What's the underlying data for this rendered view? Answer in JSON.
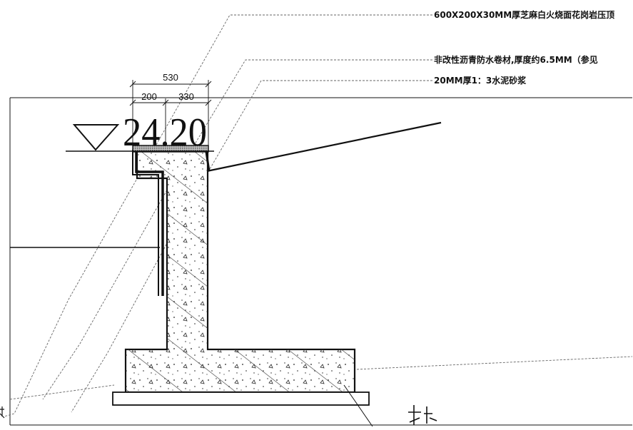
{
  "notes": {
    "stone_coping": "600X200X30MM厚芝麻白火烧面花岗岩压顶",
    "waterproofing": "非改性沥青防水卷材,厚度约6.5MM（参见",
    "mortar": "20MM厚1：3水泥砂浆"
  },
  "dimensions": {
    "total": "530",
    "left": "200",
    "right": "330"
  },
  "elevation": {
    "value": "24.20"
  },
  "colors": {
    "line": "#111111",
    "hatch": "#333333",
    "coping_fill": "#9a9a9a",
    "leader": "#666666"
  }
}
